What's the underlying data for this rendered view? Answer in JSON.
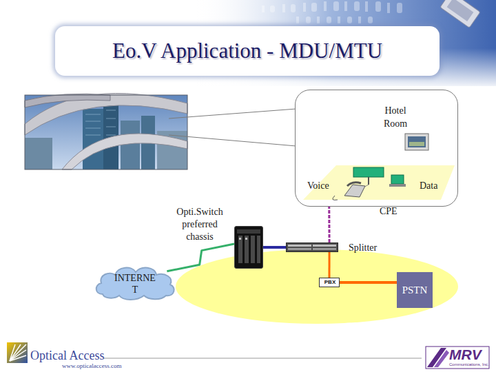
{
  "diagram": {
    "title": "Eo.V Application - MDU/MTU",
    "nodes": [
      {
        "text": [
          "Hotel Room"
        ]
      },
      {
        "text": [
          "Opti.Switch preferred chassis"
        ]
      },
      {
        "text": [
          "Splitter"
        ]
      },
      {
        "text": [
          "INTERNE T"
        ]
      },
      {
        "text": [
          "PBX"
        ]
      },
      {
        "text": [
          "PSTN"
        ]
      }
    ],
    "edges": [
      {
        "from": 3,
        "to": 1,
        "arrow": "none"
      },
      {
        "from": 1,
        "to": 2,
        "arrow": "none"
      },
      {
        "from": 2,
        "to": 0,
        "arrow": "none"
      },
      {
        "from": 2,
        "to": 4,
        "arrow": "none"
      },
      {
        "from": 4,
        "to": 5,
        "arrow": "none"
      }
    ],
    "labels": [
      "Voice",
      "Data",
      "CPE",
      "Optical Access",
      "www.opticalaccess.com",
      "MRV",
      "Communications, Inc."
    ]
  }
}
